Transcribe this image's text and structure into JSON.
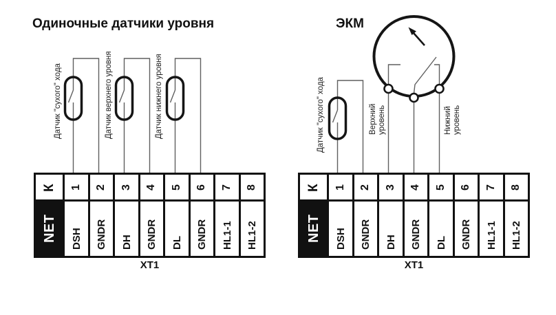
{
  "left_diagram": {
    "title": "Одиночные датчики уровня",
    "sensors": [
      {
        "label": "Датчик  \"сухого\" хода"
      },
      {
        "label": "Датчик верхнего уровня"
      },
      {
        "label": "Датчик нижнего уровня"
      }
    ]
  },
  "right_diagram": {
    "title": "ЭКМ",
    "sensor": {
      "label": "Датчик  \"сухого\" хода"
    },
    "contacts": [
      {
        "label": "Верхний уровень"
      },
      {
        "label": "Нижний уровень"
      }
    ]
  },
  "terminal_block": {
    "row_header_top": "К",
    "row_header_bottom": "NET",
    "label": "XT1",
    "terminals": [
      {
        "number": "1",
        "signal": "DSH"
      },
      {
        "number": "2",
        "signal": "GNDR"
      },
      {
        "number": "3",
        "signal": "DH"
      },
      {
        "number": "4",
        "signal": "GNDR"
      },
      {
        "number": "5",
        "signal": "DL"
      },
      {
        "number": "6",
        "signal": "GNDR"
      },
      {
        "number": "7",
        "signal": "HL1-1"
      },
      {
        "number": "8",
        "signal": "HL1-2"
      }
    ]
  },
  "colors": {
    "ink": "#111111",
    "wire": "#5f5f5f",
    "net_bg": "#111111",
    "net_fg": "#ffffff"
  }
}
